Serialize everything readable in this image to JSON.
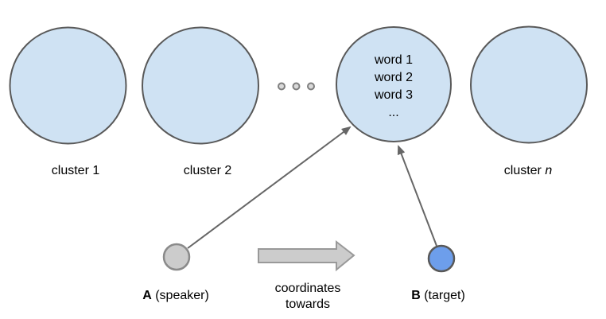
{
  "colors": {
    "cluster_fill": "#cfe2f3",
    "cluster_stroke": "#595959",
    "dot_fill": "#d9d9d9",
    "dot_stroke": "#7f7f7f",
    "connector": "#666666",
    "speaker_fill": "#cccccc",
    "speaker_stroke": "#8a8a8a",
    "target_fill": "#6d9eeb",
    "target_stroke": "#595959",
    "arrow_fill": "#cccccc",
    "arrow_stroke": "#999999"
  },
  "clusters": {
    "cluster1_label": "cluster 1",
    "cluster2_label": "cluster 2",
    "clusterN_label_prefix": "cluster ",
    "clusterN_label_var": "n"
  },
  "word_cluster": {
    "words": [
      "word 1",
      "word 2",
      "word 3",
      "..."
    ]
  },
  "speaker": {
    "letter": "A",
    "role": " (speaker)"
  },
  "target": {
    "letter": "B",
    "role": " (target)"
  },
  "relation": {
    "line1": "coordinates",
    "line2": "towards"
  }
}
